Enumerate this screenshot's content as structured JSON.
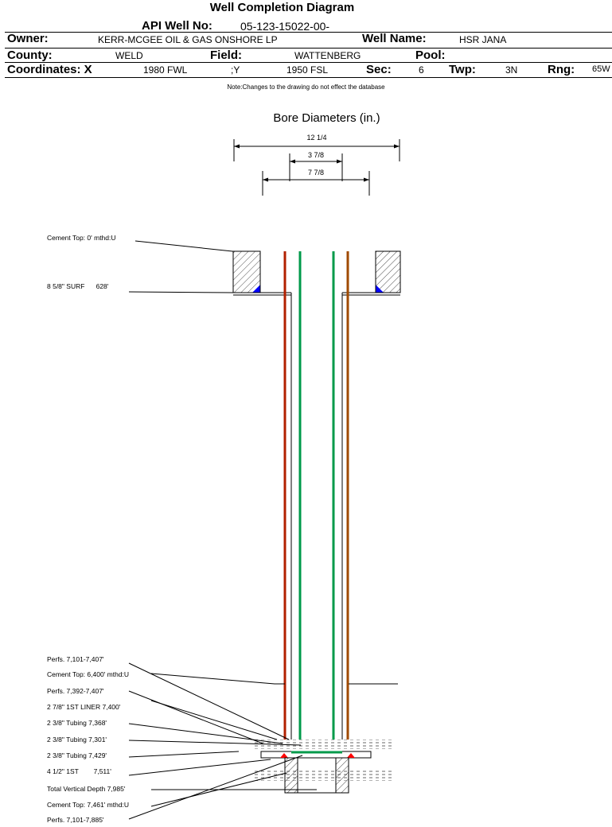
{
  "header": {
    "title": "Well Completion Diagram",
    "api_label": "API Well No:",
    "api_value": "05-123-15022-00-",
    "owner_label": "Owner:",
    "owner_value": "KERR-MCGEE OIL & GAS ONSHORE LP",
    "well_name_label": "Well Name:",
    "well_name_value": "HSR JANA",
    "county_label": "County:",
    "county_value": "WELD",
    "field_label": "Field:",
    "field_value": "WATTENBERG",
    "pool_label": "Pool:",
    "pool_value": "",
    "coord_x_label": "Coordinates: X",
    "coord_x_value": "1980 FWL",
    "coord_y_label": ";Y",
    "coord_y_value": "1950 FSL",
    "sec_label": "Sec:",
    "sec_value": "6",
    "twp_label": "Twp:",
    "twp_value": "3N",
    "rng_label": "Rng:",
    "rng_value": "65W",
    "note": "Note:Changes to the drawing do not effect the database"
  },
  "bore": {
    "title": "Bore Diameters (in.)",
    "dims": [
      "12 1/4",
      "3 7/8",
      "7 7/8"
    ]
  },
  "annotations": {
    "cement_top_top": "Cement Top: 0' mthd:U",
    "surf_casing": "8 5/8\" SURF      628'",
    "perfs_1": "Perfs. 7,101-7,407'",
    "cement_top_2": "Cement Top: 6,400' mthd:U",
    "perfs_2": "Perfs. 7,392-7,407'",
    "liner": "2 7/8\" 1ST LINER  7,400'",
    "tubing_1": "2 3/8\" Tubing 7,368'",
    "tubing_2": "2 3/8\" Tubing 7,301'",
    "tubing_3": "2 3/8\" Tubing 7,429'",
    "casing_1st": "4 1/2\" 1ST        7,511'",
    "tvd": "Total Vertical Depth 7,985'",
    "cement_top_3": "Cement Top: 7,461' mthd:U",
    "perfs_3": "Perfs. 7,101-7,885'"
  },
  "colors": {
    "casing_red": "#b22000",
    "casing_brown": "#a04a00",
    "tubing_green": "#009a4a",
    "cement_blue": "#0000ff",
    "shoe_red": "#ff0000"
  }
}
